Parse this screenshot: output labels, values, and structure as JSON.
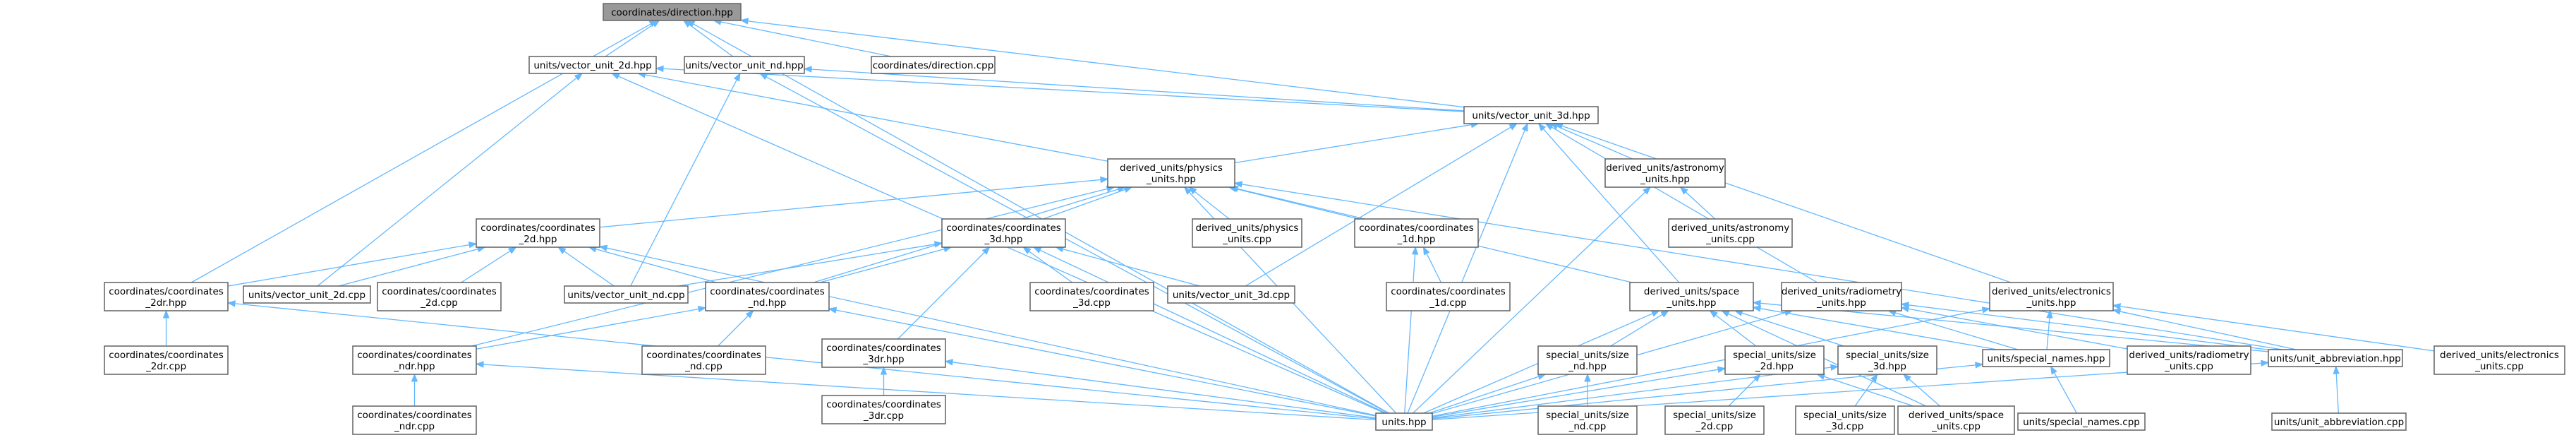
{
  "diagram": {
    "nodes": [
      {
        "id": "root",
        "lines": [
          "coordinates/direction.hpp"
        ],
        "root": true
      },
      {
        "id": "vec2d",
        "lines": [
          "units/vector_unit_2d.hpp"
        ]
      },
      {
        "id": "vecnd",
        "lines": [
          "units/vector_unit_nd.hpp"
        ]
      },
      {
        "id": "dircpp",
        "lines": [
          "coordinates/direction.cpp"
        ]
      },
      {
        "id": "vec3d",
        "lines": [
          "units/vector_unit_3d.hpp"
        ]
      },
      {
        "id": "phys",
        "lines": [
          "derived_units/physics",
          "_units.hpp"
        ]
      },
      {
        "id": "astro",
        "lines": [
          "derived_units/astronomy",
          "_units.hpp"
        ]
      },
      {
        "id": "astrocpp",
        "lines": [
          "derived_units/astronomy",
          "_units.cpp"
        ]
      },
      {
        "id": "c2d",
        "lines": [
          "coordinates/coordinates",
          "_2d.hpp"
        ]
      },
      {
        "id": "c3d",
        "lines": [
          "coordinates/coordinates",
          "_3d.hpp"
        ]
      },
      {
        "id": "physcpp",
        "lines": [
          "derived_units/physics",
          "_units.cpp"
        ]
      },
      {
        "id": "c1d",
        "lines": [
          "coordinates/coordinates",
          "_1d.hpp"
        ]
      },
      {
        "id": "c2dr",
        "lines": [
          "coordinates/coordinates",
          "_2dr.hpp"
        ]
      },
      {
        "id": "v2dcpp",
        "lines": [
          "units/vector_unit_2d.cpp"
        ]
      },
      {
        "id": "c2dcpp",
        "lines": [
          "coordinates/coordinates",
          "_2d.cpp"
        ]
      },
      {
        "id": "vndcpp",
        "lines": [
          "units/vector_unit_nd.cpp"
        ]
      },
      {
        "id": "cnd",
        "lines": [
          "coordinates/coordinates",
          "_nd.hpp"
        ]
      },
      {
        "id": "c3dcpp",
        "lines": [
          "coordinates/coordinates",
          "_3d.cpp"
        ]
      },
      {
        "id": "v3dcpp",
        "lines": [
          "units/vector_unit_3d.cpp"
        ]
      },
      {
        "id": "c1dcpp",
        "lines": [
          "coordinates/coordinates",
          "_1d.cpp"
        ]
      },
      {
        "id": "c3dr",
        "lines": [
          "coordinates/coordinates",
          "_3dr.hpp"
        ]
      },
      {
        "id": "space",
        "lines": [
          "derived_units/space",
          "_units.hpp"
        ]
      },
      {
        "id": "radio",
        "lines": [
          "derived_units/radiometry",
          "_units.hpp"
        ]
      },
      {
        "id": "elec",
        "lines": [
          "derived_units/electronics",
          "_units.hpp"
        ]
      },
      {
        "id": "c2drcpp",
        "lines": [
          "coordinates/coordinates",
          "_2dr.cpp"
        ]
      },
      {
        "id": "cndr",
        "lines": [
          "coordinates/coordinates",
          "_ndr.hpp"
        ]
      },
      {
        "id": "cndcpp",
        "lines": [
          "coordinates/coordinates",
          "_nd.cpp"
        ]
      },
      {
        "id": "c3drcpp",
        "lines": [
          "coordinates/coordinates",
          "_3dr.cpp"
        ]
      },
      {
        "id": "ssnd",
        "lines": [
          "special_units/size",
          "_nd.hpp"
        ]
      },
      {
        "id": "ss2d",
        "lines": [
          "special_units/size",
          "_2d.hpp"
        ]
      },
      {
        "id": "ss3d",
        "lines": [
          "special_units/size",
          "_3d.hpp"
        ]
      },
      {
        "id": "specnames",
        "lines": [
          "units/special_names.hpp"
        ]
      },
      {
        "id": "radiocpp",
        "lines": [
          "derived_units/radiometry",
          "_units.cpp"
        ]
      },
      {
        "id": "abbr",
        "lines": [
          "units/unit_abbreviation.hpp"
        ]
      },
      {
        "id": "eleccpp",
        "lines": [
          "derived_units/electronics",
          "_units.cpp"
        ]
      },
      {
        "id": "units",
        "lines": [
          "units.hpp"
        ]
      },
      {
        "id": "cndrcpp",
        "lines": [
          "coordinates/coordinates",
          "_ndr.cpp"
        ]
      },
      {
        "id": "ssndcpp",
        "lines": [
          "special_units/size",
          "_nd.cpp"
        ]
      },
      {
        "id": "ss2dcpp",
        "lines": [
          "special_units/size",
          "_2d.cpp"
        ]
      },
      {
        "id": "ss3dcpp",
        "lines": [
          "special_units/size",
          "_3d.cpp"
        ]
      },
      {
        "id": "spacecpp",
        "lines": [
          "derived_units/space",
          "_units.cpp"
        ]
      },
      {
        "id": "specnamescpp",
        "lines": [
          "units/special_names.cpp"
        ]
      },
      {
        "id": "abbrcpp",
        "lines": [
          "units/unit_abbreviation.cpp"
        ]
      }
    ],
    "edges": [
      [
        "root",
        "vec2d"
      ],
      [
        "root",
        "vecnd"
      ],
      [
        "root",
        "dircpp"
      ],
      [
        "root",
        "vec3d"
      ],
      [
        "root",
        "c2dr"
      ],
      [
        "root",
        "units"
      ],
      [
        "vec2d",
        "vec3d"
      ],
      [
        "vec2d",
        "phys"
      ],
      [
        "vec2d",
        "v2dcpp"
      ],
      [
        "vec2d",
        "units"
      ],
      [
        "vecnd",
        "vec3d"
      ],
      [
        "vecnd",
        "vndcpp"
      ],
      [
        "vecnd",
        "units"
      ],
      [
        "vec3d",
        "phys"
      ],
      [
        "vec3d",
        "astro"
      ],
      [
        "vec3d",
        "space"
      ],
      [
        "vec3d",
        "radio"
      ],
      [
        "vec3d",
        "elec"
      ],
      [
        "vec3d",
        "v3dcpp"
      ],
      [
        "vec3d",
        "units"
      ],
      [
        "phys",
        "c2d"
      ],
      [
        "phys",
        "c3d"
      ],
      [
        "phys",
        "physcpp"
      ],
      [
        "phys",
        "c1d"
      ],
      [
        "phys",
        "cnd"
      ],
      [
        "phys",
        "cndr"
      ],
      [
        "phys",
        "space"
      ],
      [
        "phys",
        "abbr"
      ],
      [
        "phys",
        "units"
      ],
      [
        "astro",
        "astrocpp"
      ],
      [
        "astro",
        "units"
      ],
      [
        "c2d",
        "c2dr"
      ],
      [
        "c2d",
        "v2dcpp"
      ],
      [
        "c2d",
        "c2dcpp"
      ],
      [
        "c2d",
        "vndcpp"
      ],
      [
        "c2d",
        "cnd"
      ],
      [
        "c2d",
        "units"
      ],
      [
        "c3d",
        "vndcpp"
      ],
      [
        "c3d",
        "cnd"
      ],
      [
        "c3d",
        "c3dcpp"
      ],
      [
        "c3d",
        "v3dcpp"
      ],
      [
        "c3d",
        "c3dr"
      ],
      [
        "c3d",
        "units"
      ],
      [
        "c1d",
        "c1dcpp"
      ],
      [
        "c1d",
        "units"
      ],
      [
        "c2dr",
        "c2drcpp"
      ],
      [
        "c2dr",
        "units"
      ],
      [
        "cnd",
        "cndr"
      ],
      [
        "cnd",
        "cndcpp"
      ],
      [
        "cnd",
        "units"
      ],
      [
        "c3dr",
        "c3drcpp"
      ],
      [
        "c3dr",
        "units"
      ],
      [
        "cndr",
        "cndrcpp"
      ],
      [
        "cndr",
        "units"
      ],
      [
        "space",
        "ssnd"
      ],
      [
        "space",
        "ss2d"
      ],
      [
        "space",
        "ss3d"
      ],
      [
        "space",
        "specnames"
      ],
      [
        "space",
        "abbr"
      ],
      [
        "space",
        "spacecpp"
      ],
      [
        "space",
        "units"
      ],
      [
        "radio",
        "radiocpp"
      ],
      [
        "radio",
        "specnames"
      ],
      [
        "radio",
        "abbr"
      ],
      [
        "radio",
        "units"
      ],
      [
        "elec",
        "eleccpp"
      ],
      [
        "elec",
        "specnames"
      ],
      [
        "elec",
        "abbr"
      ],
      [
        "elec",
        "units"
      ],
      [
        "ssnd",
        "ssndcpp"
      ],
      [
        "ssnd",
        "units"
      ],
      [
        "ss2d",
        "ss2dcpp"
      ],
      [
        "ss2d",
        "spacecpp"
      ],
      [
        "ss2d",
        "units"
      ],
      [
        "ss3d",
        "ss3dcpp"
      ],
      [
        "ss3d",
        "spacecpp"
      ],
      [
        "ss3d",
        "units"
      ],
      [
        "specnames",
        "specnamescpp"
      ],
      [
        "specnames",
        "units"
      ],
      [
        "abbr",
        "abbrcpp"
      ],
      [
        "abbr",
        "units"
      ]
    ]
  },
  "colors": {
    "root_fill": "#999999",
    "node_fill": "#ffffff",
    "node_border": "#606060",
    "edge": "#63b8ff"
  }
}
